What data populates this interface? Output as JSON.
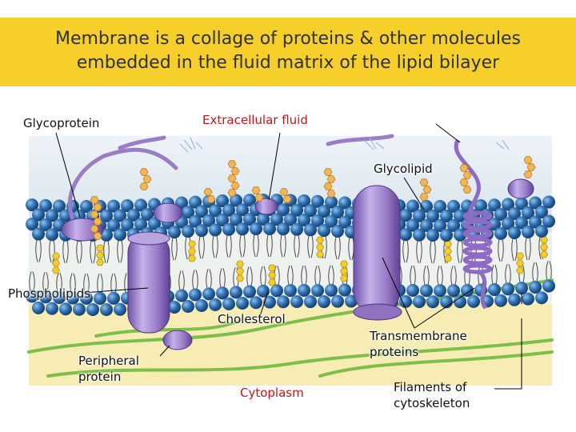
{
  "title": "Membrane is a collage of proteins & other molecules embedded in the fluid matrix of the lipid bilayer",
  "labels": {
    "glycoprotein": "Glycoprotein",
    "extracellular": "Extracellular fluid",
    "glycolipid": "Glycolipid",
    "phospholipids": "Phospholipids",
    "cholesterol": "Cholesterol",
    "peripheral_1": "Peripheral",
    "peripheral_2": "protein",
    "cytoplasm": "Cytoplasm",
    "transmembrane_1": "Transmembrane",
    "transmembrane_2": "proteins",
    "filaments_1": "Filaments of",
    "filaments_2": "cytoskeleton"
  },
  "colors": {
    "title_band": "#f7cf2a",
    "extracellular_bg": "#dfe9f0",
    "cytoplasm_bg": "#f6ecb4",
    "lipid_head": "#2f6fb2",
    "protein": "#9a7cc7",
    "filament": "#7cbf4a",
    "carbohydrate": "#f0b65a",
    "cholesterol": "#f2cf2e",
    "red_label": "#c0161a"
  }
}
